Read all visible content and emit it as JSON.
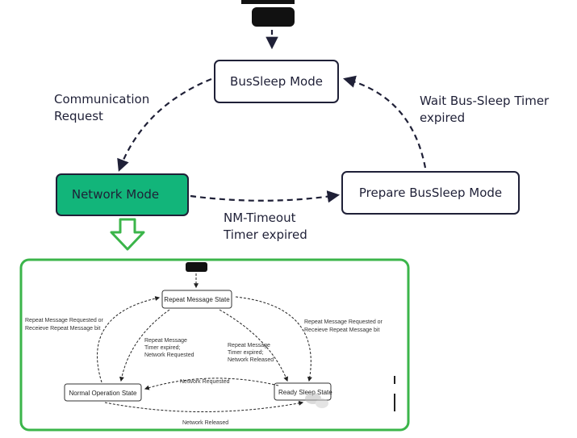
{
  "main": {
    "states": {
      "bussleep": "BusSleep Mode",
      "network": "Network Mode",
      "prepare": "Prepare BusSleep Mode"
    },
    "transitions": {
      "comm_request": [
        "Communication",
        "Request"
      ],
      "wait_timer": [
        "Wait Bus-Sleep Timer",
        "expired"
      ],
      "nm_timeout": [
        "NM-Timeout",
        "Timer expired"
      ]
    }
  },
  "sub": {
    "states": {
      "repeat": "Repeat Message State",
      "normal": "Normal Operation State",
      "ready": "Ready Sleep State"
    },
    "transitions": {
      "left_outer": [
        "Repeat Message Requested or",
        "Receieve Repeat Message bit"
      ],
      "right_outer": [
        "Repeat Message Requested or",
        "Receieve Repeat Message bit"
      ],
      "left_inner": [
        "Repeat Message",
        "Timer expired;",
        "Network Requested"
      ],
      "right_inner": [
        "Repeat Message",
        "Timer expired;",
        "Network Released"
      ],
      "to_normal": "Network Requested",
      "to_ready": "Network Released"
    }
  },
  "colors": {
    "network_fill": "#12b57a",
    "frame_green": "#3bb54a",
    "ink": "#1f2037"
  }
}
